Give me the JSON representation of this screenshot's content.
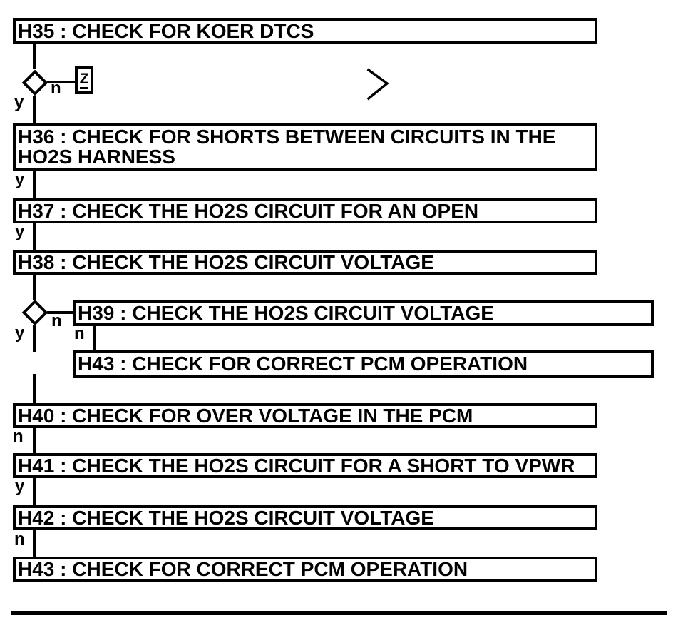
{
  "page": {
    "background_color": "#ffffff",
    "ink_color": "#000000"
  },
  "flowchart": {
    "boxes": {
      "h35": {
        "label": "H35 : CHECK FOR KOER DTCS"
      },
      "h36": {
        "line1": "H36 : CHECK FOR SHORTS BETWEEN CIRCUITS IN THE",
        "line2": "HO2S HARNESS"
      },
      "h37": {
        "label": "H37 : CHECK THE HO2S CIRCUIT FOR AN OPEN"
      },
      "h38": {
        "label": "H38 : CHECK THE HO2S CIRCUIT VOLTAGE"
      },
      "h39": {
        "label": "H39 : CHECK THE HO2S CIRCUIT VOLTAGE"
      },
      "h43_upper": {
        "label": "H43 : CHECK FOR CORRECT PCM OPERATION"
      },
      "h40": {
        "label": "H40 : CHECK FOR OVER VOLTAGE IN THE PCM"
      },
      "h41": {
        "label": "H41 : CHECK THE HO2S CIRCUIT FOR A SHORT TO VPWR"
      },
      "h42": {
        "label": "H42 : CHECK THE HO2S CIRCUIT VOLTAGE"
      },
      "h43_lower": {
        "label": "H43 : CHECK FOR CORRECT PCM OPERATION"
      }
    },
    "branches": {
      "h35_yes": "y",
      "h35_no": "n",
      "h36_yes": "y",
      "h37_yes": "y",
      "h38_yes": "y",
      "h38_no": "n",
      "h39_no": "n",
      "h40_no": "n",
      "h41_yes": "y",
      "h42_no": "n"
    },
    "off_page_connector": "Z",
    "icons": {
      "chevron": "chevron-right-icon"
    }
  }
}
